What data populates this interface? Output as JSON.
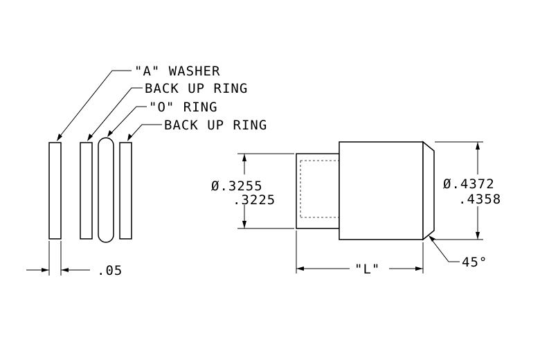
{
  "labels": {
    "a_washer": "\"A\" WASHER",
    "back_up_ring_1": "BACK UP RING",
    "o_ring": "\"O\" RING",
    "back_up_ring_2": "BACK UP RING",
    "thickness": ".05",
    "inner_dia_max": "Ø.3255",
    "inner_dia_min": ".3225",
    "outer_dia_max": "Ø.4372",
    "outer_dia_min": ".4358",
    "length": "\"L\"",
    "chamfer": "45°"
  }
}
